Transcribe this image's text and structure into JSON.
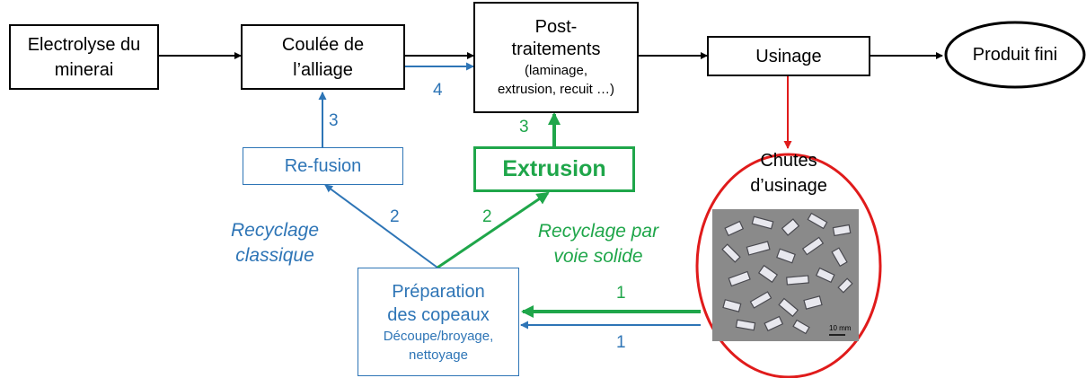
{
  "nodes": {
    "electrolyse": [
      "Electrolyse du",
      "minerai"
    ],
    "coulee": [
      "Coulée de",
      "l’alliage"
    ],
    "post": {
      "title": [
        "Post-",
        "traitements"
      ],
      "details": [
        "(laminage,",
        "extrusion, recuit …)"
      ]
    },
    "usinage": "Usinage",
    "produit": "Produit fini",
    "chutes": [
      "Chutes",
      "d’usinage"
    ],
    "refusion": "Re-fusion",
    "extrusion": "Extrusion",
    "preparation": {
      "title": [
        "Préparation",
        "des copeaux"
      ],
      "details": [
        "Découpe/broyage,",
        "nettoyage"
      ]
    }
  },
  "labels": {
    "recyclage_classique": [
      "Recyclage",
      "classique"
    ],
    "recyclage_solide": [
      "Recyclage par",
      "voie solide"
    ],
    "step_refusion_coulee": "3",
    "step_coulee_post": "4",
    "step_extrusion_post": "3",
    "step_prep_refusion": "2",
    "step_prep_extrusion": "2",
    "step_chutes_prep_green": "1",
    "step_chutes_prep_blue": "1"
  },
  "photo": {
    "scale_label": "10 mm"
  },
  "colors": {
    "black": "#000000",
    "blue": "#2e75b6",
    "green": "#1fa64a",
    "red": "#e01b1b"
  }
}
